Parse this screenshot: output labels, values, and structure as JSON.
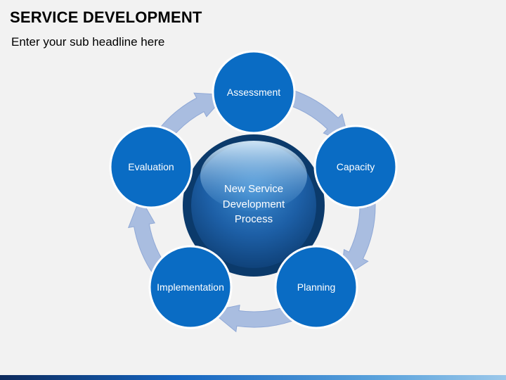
{
  "slide": {
    "title": "SERVICE DEVELOPMENT",
    "subtitle": "Enter your sub headline here"
  },
  "diagram": {
    "center": {
      "lines": [
        "New Service",
        "Development",
        "Process"
      ]
    },
    "nodes": [
      {
        "label": "Assessment"
      },
      {
        "label": "Capacity"
      },
      {
        "label": "Planning"
      },
      {
        "label": "Implementation"
      },
      {
        "label": "Evaluation"
      }
    ]
  },
  "colors": {
    "node_fill": "#0a6cc4",
    "node_border": "#ffffff",
    "center_dark": "#0b3a6b",
    "center_light": "#7fb6e0",
    "arrow": "#a9bde0"
  }
}
